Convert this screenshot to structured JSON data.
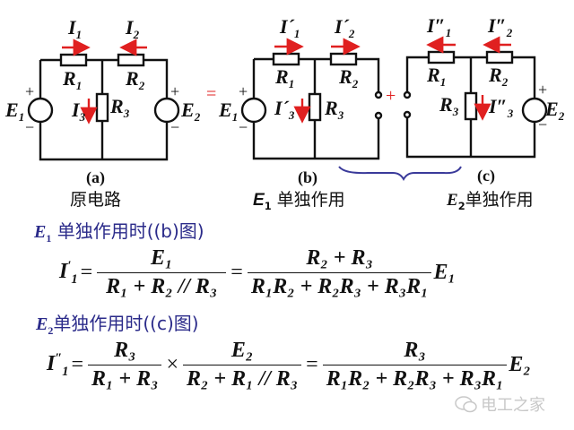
{
  "circuits": {
    "a": {
      "currents": {
        "i1": "I",
        "i1_sub": "1",
        "i2": "I",
        "i2_sub": "2",
        "i3": "I",
        "i3_sub": "3"
      },
      "resistors": {
        "r1": "R",
        "r1_sub": "1",
        "r2": "R",
        "r2_sub": "2",
        "r3": "R",
        "r3_sub": "3"
      },
      "sources": {
        "e1": "E",
        "e1_sub": "1",
        "e2": "E",
        "e2_sub": "2"
      },
      "label": "(a)",
      "caption": "原电路"
    },
    "b": {
      "currents": {
        "i1": "I´",
        "i1_sub": "1",
        "i2": "I´",
        "i2_sub": "2",
        "i3": "I´",
        "i3_sub": "3"
      },
      "resistors": {
        "r1": "R",
        "r1_sub": "1",
        "r2": "R",
        "r2_sub": "2",
        "r3": "R",
        "r3_sub": "3"
      },
      "sources": {
        "e1": "E",
        "e1_sub": "1"
      },
      "label": "(b)",
      "caption_sym": "E",
      "caption_sub": "1",
      "caption": " 单独作用"
    },
    "c": {
      "currents": {
        "i1": "I″",
        "i1_sub": "1",
        "i2": "I″",
        "i2_sub": "2",
        "i3": "I″",
        "i3_sub": "3"
      },
      "resistors": {
        "r1": "R",
        "r1_sub": "1",
        "r2": "R",
        "r2_sub": "2",
        "r3": "R",
        "r3_sub": "3"
      },
      "sources": {
        "e2": "E",
        "e2_sub": "2"
      },
      "label": "(c)",
      "caption_sym": "E",
      "caption_sub": "2",
      "caption": "单独作用"
    },
    "operators": {
      "equals": "=",
      "plus": "+"
    },
    "polarity": {
      "plus": "+",
      "minus": "−"
    }
  },
  "section1": {
    "heading_sym": "E",
    "heading_sub": "1",
    "heading_text": " 单独作用时((b)图)",
    "lhs": "I",
    "lhs_sup": "′",
    "lhs_sub": "1",
    "frac1_num": "E₁",
    "frac1_den": "R₁ + R₂ // R₃",
    "frac2_num": "R₂ + R₃",
    "frac2_den": "R₁R₂ + R₂R₃ + R₃R₁",
    "tail": "E₁"
  },
  "section2": {
    "heading_sym": "E",
    "heading_sub": "2",
    "heading_text": "单独作用时((c)图)",
    "lhs": "I",
    "lhs_sup": "″",
    "lhs_sub": "1",
    "frac1_num": "R₃",
    "frac1_den": "R₁ + R₃",
    "times": "×",
    "frac2_num": "E₂",
    "frac2_den": "R₂ + R₁ // R₃",
    "frac3_num": "R₃",
    "frac3_den": "R₁R₂ + R₂R₃ + R₃R₁",
    "tail": "E₂"
  },
  "watermark": {
    "icon": "wechat-icon",
    "text": "电工之家"
  },
  "colors": {
    "arrow": "#e02020",
    "heading": "#2b2b8a",
    "brace": "#3a3a9a",
    "wire": "#111111"
  }
}
